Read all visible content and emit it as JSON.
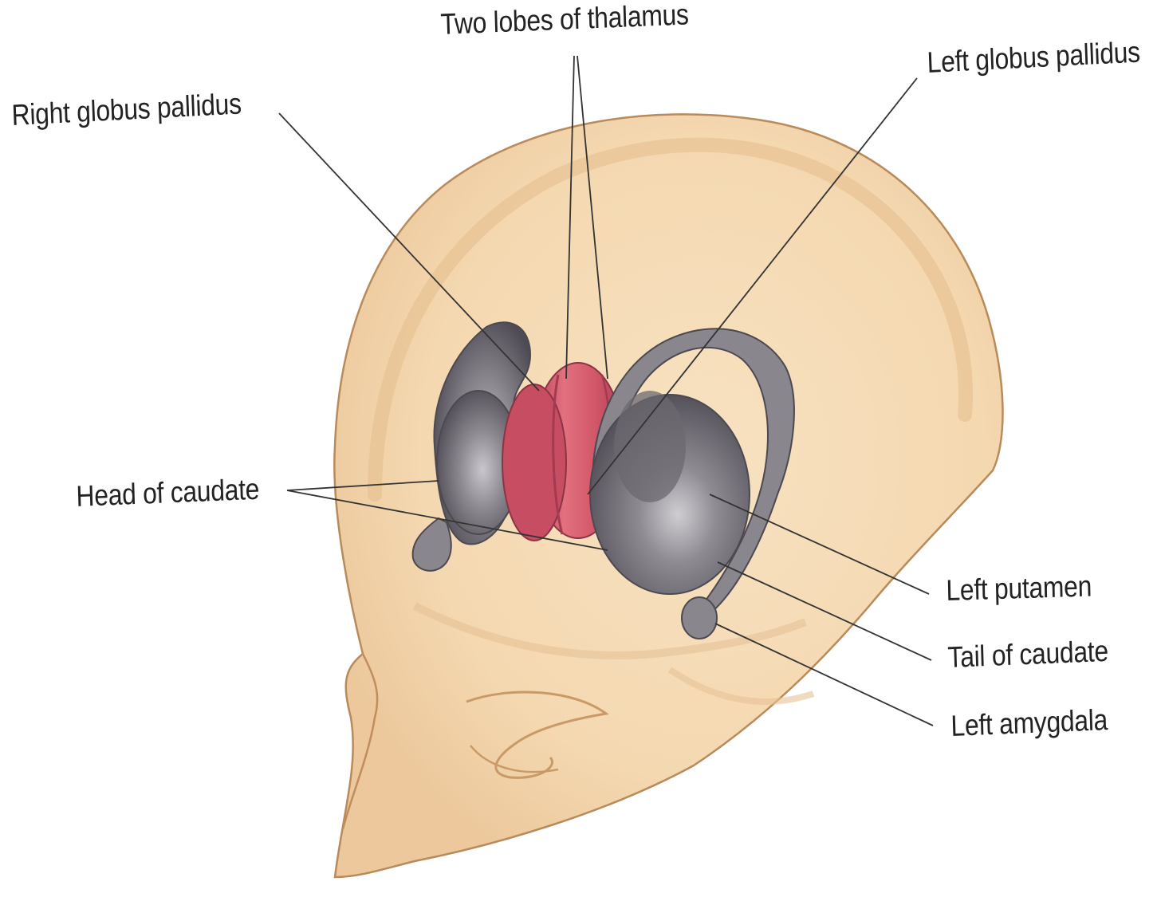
{
  "labels": {
    "thalamus": "Two lobes of thalamus",
    "left_globus_pallidus": "Left globus pallidus",
    "right_globus_pallidus": "Right globus pallidus",
    "head_of_caudate": "Head of caudate",
    "left_putamen": "Left putamen",
    "tail_of_caudate": "Tail of caudate",
    "left_amygdala": "Left amygdala"
  },
  "colors": {
    "skin": "#f6dcb6",
    "skin_shadow": "#e9c69a",
    "head_outline": "#b98a5a",
    "basal_ganglia": "#6e6a70",
    "thalamus": "#d9566a",
    "leader_lines": "#333333",
    "label_text": "#222222"
  }
}
